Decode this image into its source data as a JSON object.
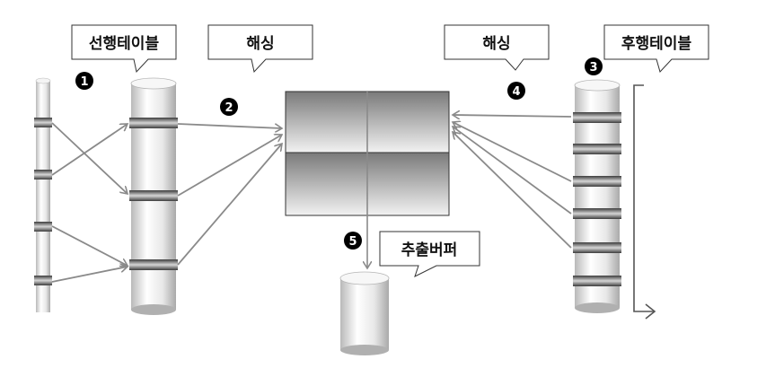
{
  "callouts": {
    "lead_table": "선행테이블",
    "hashing_left": "해싱",
    "hashing_right": "해싱",
    "trail_table": "후행테이블",
    "extract_buffer": "추출버퍼"
  },
  "step_markers": {
    "m1": "1",
    "m2": "2",
    "m3": "3",
    "m4": "4",
    "m5": "5"
  }
}
